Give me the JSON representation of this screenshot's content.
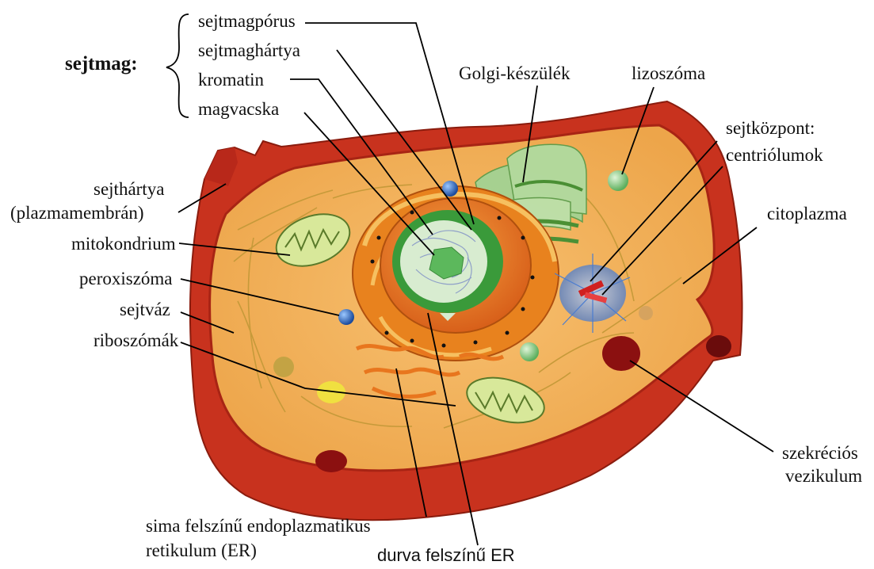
{
  "nucleus_group": {
    "heading": "sejtmag:",
    "items": [
      "sejtmagpórus",
      "sejtmaghártya",
      "kromatin",
      "magvacska"
    ]
  },
  "labels": {
    "golgi": "Golgi-készülék",
    "lysosome": "lizoszóma",
    "centrosome_line1": "sejtközpont:",
    "centrosome_line2": "centriólumok",
    "cytoplasm": "citoplazma",
    "cell_membrane_line1": "sejthártya",
    "cell_membrane_line2": "(plazmamembrán)",
    "mitochondrion": "mitokondrium",
    "peroxisome": "peroxiszóma",
    "cytoskeleton": "sejtváz",
    "ribosomes": "riboszómák",
    "secretory_line1": "szekréciós",
    "secretory_line2": "vezikulum",
    "smooth_er_line1": "sima felszínű endoplazmatikus",
    "smooth_er_line2": "retikulum (ER)",
    "rough_er": "durva felszínű ER"
  },
  "colors": {
    "membrane": "#c8321e",
    "membrane_dark": "#9e1e10",
    "cytoplasm": "#f2b25a",
    "nucleus_envelope": "#e8761e",
    "nucleus_inner": "#3a9a3a",
    "nucleoplasm": "#c8e6b4",
    "nucleolus": "#5cb85c",
    "golgi": "#8fd08f",
    "mitochondrion": "#d8e89a",
    "lysosome": "#8fd08f",
    "peroxisome": "#1e5fb4",
    "centrosome": "#5a8cdc",
    "secretory_vesicle": "#8b1010"
  }
}
